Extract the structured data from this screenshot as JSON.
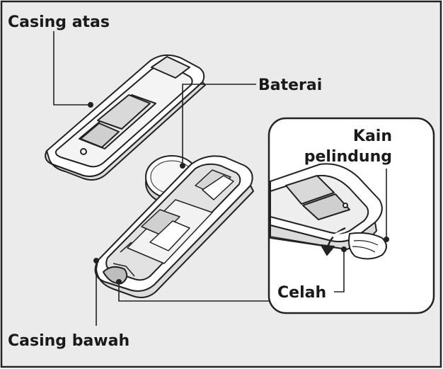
{
  "labels": {
    "top_casing": "Casing atas",
    "battery": "Baterai",
    "cloth_line1": "Kain",
    "cloth_line2": "pelindung",
    "gap": "Celah",
    "bottom_casing": "Casing bawah"
  },
  "colors": {
    "background": "#ebebeb",
    "frame": "#222222",
    "inset_background": "#ffffff",
    "part_fill": "#ffffff",
    "shade_light": "#d9d9d9",
    "shade_dark": "#bdbdbd"
  }
}
